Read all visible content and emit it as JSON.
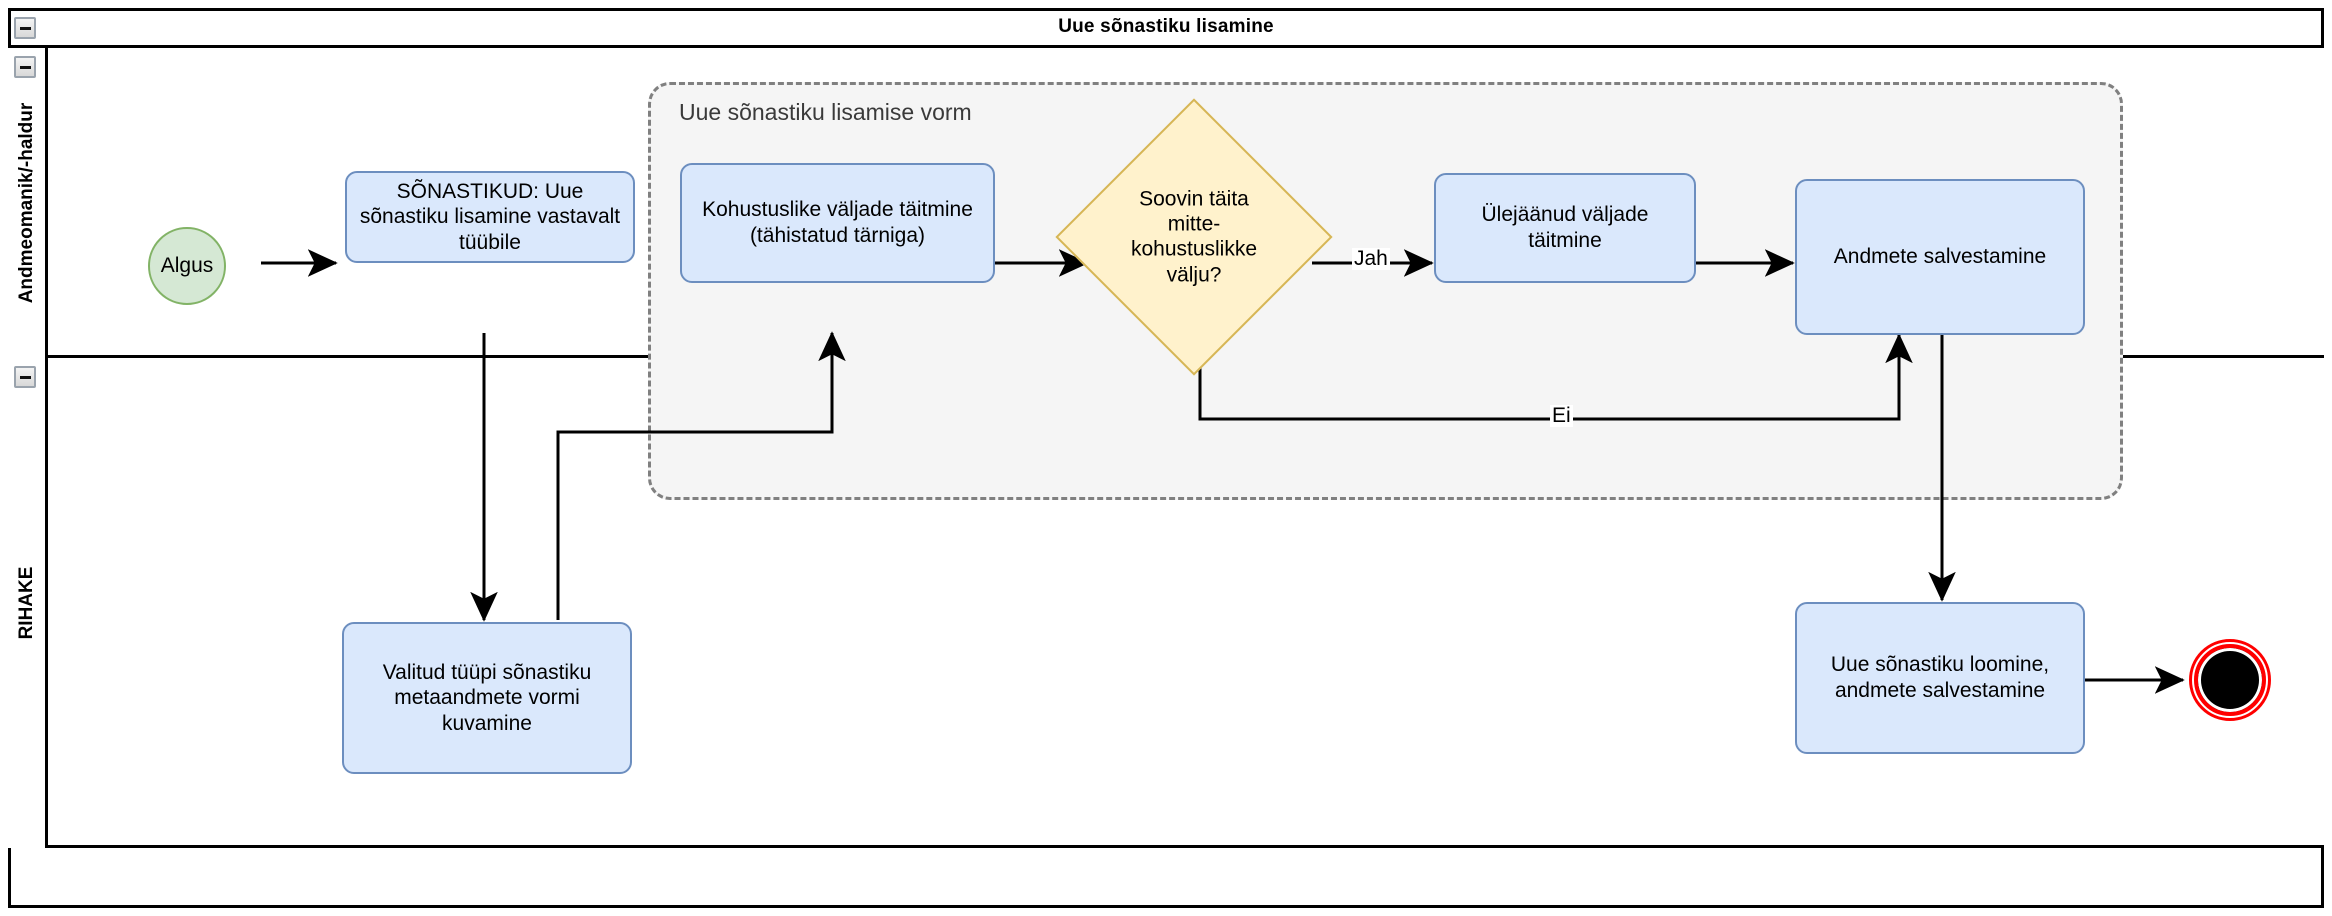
{
  "pool": {
    "title": "Uue sõnastiku lisamine"
  },
  "lanes": [
    {
      "id": "lane-andmeomanik",
      "label": "Andmeomanik/-haldur",
      "collapse_icon": "minus-icon"
    },
    {
      "id": "lane-rihake",
      "label": "RIHAKE",
      "collapse_icon": "minus-icon"
    }
  ],
  "pool_collapse_icon": "minus-icon",
  "subprocess": {
    "label": "Uue sõnastiku lisamise vorm"
  },
  "nodes": {
    "start": {
      "label": "Algus",
      "type": "start-event"
    },
    "task_sonastikud": {
      "label": "SÕNASTIKUD: Uue sõnastiku lisamine vastavalt tüübile",
      "type": "task"
    },
    "task_kohustuslike": {
      "label": "Kohustuslike väljade täitmine (tähistatud tärniga)",
      "type": "task"
    },
    "gateway_soovin": {
      "label": "Soovin täita mitte-kohustuslikke välju?",
      "type": "exclusive-gateway"
    },
    "task_ulejaanud": {
      "label": "Ülejäänud väljade täitmine",
      "type": "task"
    },
    "task_andmete_salv": {
      "label": "Andmete salvestamine",
      "type": "task"
    },
    "task_valitud_tuupi": {
      "label": "Valitud tüüpi sõnastiku metaandmete vormi kuvamine",
      "type": "task"
    },
    "task_uue_loomine": {
      "label": "Uue sõnastiku loomine, andmete salvestamine",
      "type": "task"
    },
    "end": {
      "label": "",
      "type": "end-event"
    }
  },
  "edge_labels": {
    "jah": "Jah",
    "ei": "Ei"
  },
  "colors": {
    "task_fill": "#dae8fc",
    "task_stroke": "#6c8ebf",
    "start_fill": "#d5e8d4",
    "start_stroke": "#82b366",
    "gateway_fill": "#fff2cc",
    "gateway_stroke": "#d6b656",
    "subprocess_fill": "#f5f5f5",
    "subprocess_stroke": "#808080",
    "end_stroke": "#ff0000",
    "edge": "#000000"
  }
}
